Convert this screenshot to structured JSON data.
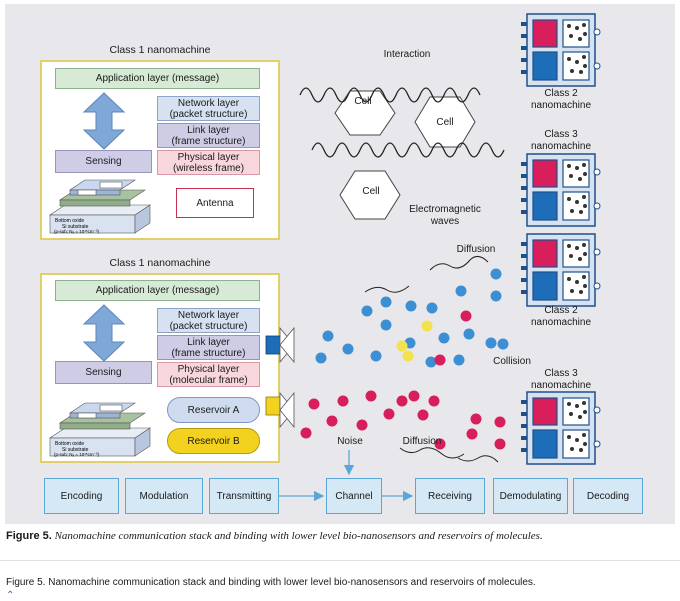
{
  "class1_top": {
    "title": "Class 1 nanomachine",
    "application": "Application layer (message)",
    "network": [
      "Network layer",
      "(packet structure)"
    ],
    "link": [
      "Link layer",
      "(frame structure)"
    ],
    "physical": [
      "Physical layer",
      "(wireless frame)"
    ],
    "sensing": "Sensing",
    "antenna": "Antenna"
  },
  "class1_bottom": {
    "title": "Class 1 nanomachine",
    "application": "Application layer (message)",
    "network": [
      "Network layer",
      "(packet structure)"
    ],
    "link": [
      "Link layer",
      "(frame structure)"
    ],
    "physical": [
      "Physical layer",
      "(molecular frame)"
    ],
    "sensing": "Sensing",
    "reservoir_a": "Reservoir A",
    "reservoir_b": "Reservoir B"
  },
  "chip": {
    "bottom_oxide": "Bottom oxide",
    "substrate": "Si substrate",
    "doping": "(p-sub; Nₐ = 10¹⁵cm⁻³)"
  },
  "labels": {
    "interaction": "Interaction",
    "cell": "Cell",
    "em_waves": [
      "Electromagnetic",
      "waves"
    ],
    "diffusion_top": "Diffusion",
    "collision": "Collision",
    "noise": "Noise",
    "diffusion_bottom": "Diffusion"
  },
  "right_machines": [
    {
      "line1": "Class 2",
      "line2": "nanomachine"
    },
    {
      "line1": "Class 3",
      "line2": "nanomachine"
    },
    {
      "line1": "Class 2",
      "line2": "nanomachine"
    },
    {
      "line1": "Class 3",
      "line2": "nanomachine"
    }
  ],
  "flow": [
    "Encoding",
    "Modulation",
    "Transmitting",
    "Channel",
    "Receiving",
    "Demodulating",
    "Decoding"
  ],
  "caption": {
    "label": "Figure 5.",
    "text": " Nanomachine communication stack and binding with lower level bio-nanosensors and reservoirs of molecules.",
    "plain": "Figure 5. Nanomachine communication stack and binding with lower level bio-nanosensors and reservoirs of molecules."
  },
  "colors": {
    "molecule_blue": "#3d8fd4",
    "molecule_pink": "#d81e5b",
    "molecule_yellow": "#f2e24c",
    "machine_blue": "#1e6db8",
    "machine_pink": "#d81e5b"
  }
}
